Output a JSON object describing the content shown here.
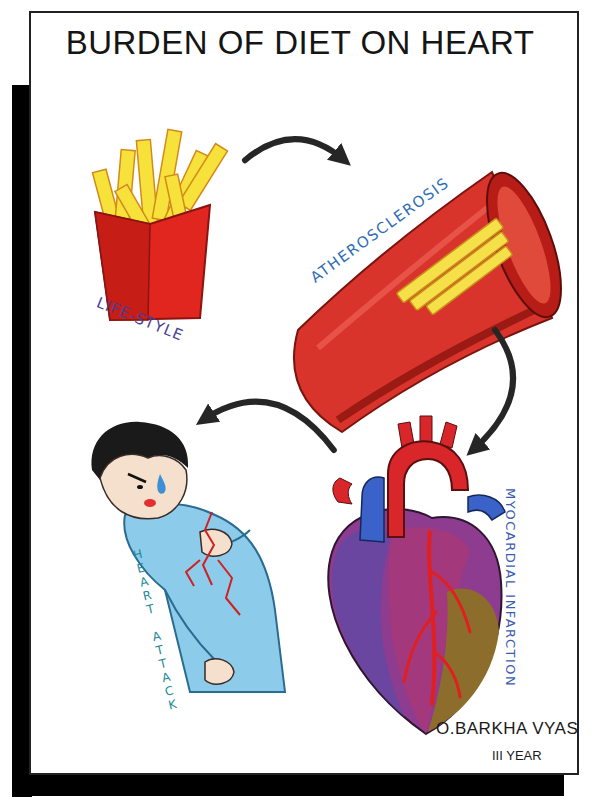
{
  "diagram": {
    "title": "BURDEN OF DIET ON HEART",
    "nodes": [
      {
        "text": [
          "LIFE-STYLE"
        ]
      },
      {
        "text": [
          "ATHEROSCLEROSIS"
        ]
      },
      {
        "text": [
          "HEART ATTACK"
        ]
      },
      {
        "text": [
          "MYOCARDIAL INFARCTION"
        ]
      }
    ],
    "edges": [
      {
        "from": 0,
        "to": 1,
        "arrow": "to"
      },
      {
        "from": 1,
        "to": 3,
        "arrow": "to"
      },
      {
        "from": 3,
        "to": 2,
        "arrow": "to"
      }
    ],
    "labels": [
      "O.BARKHA VYAS",
      "III YEAR"
    ]
  }
}
